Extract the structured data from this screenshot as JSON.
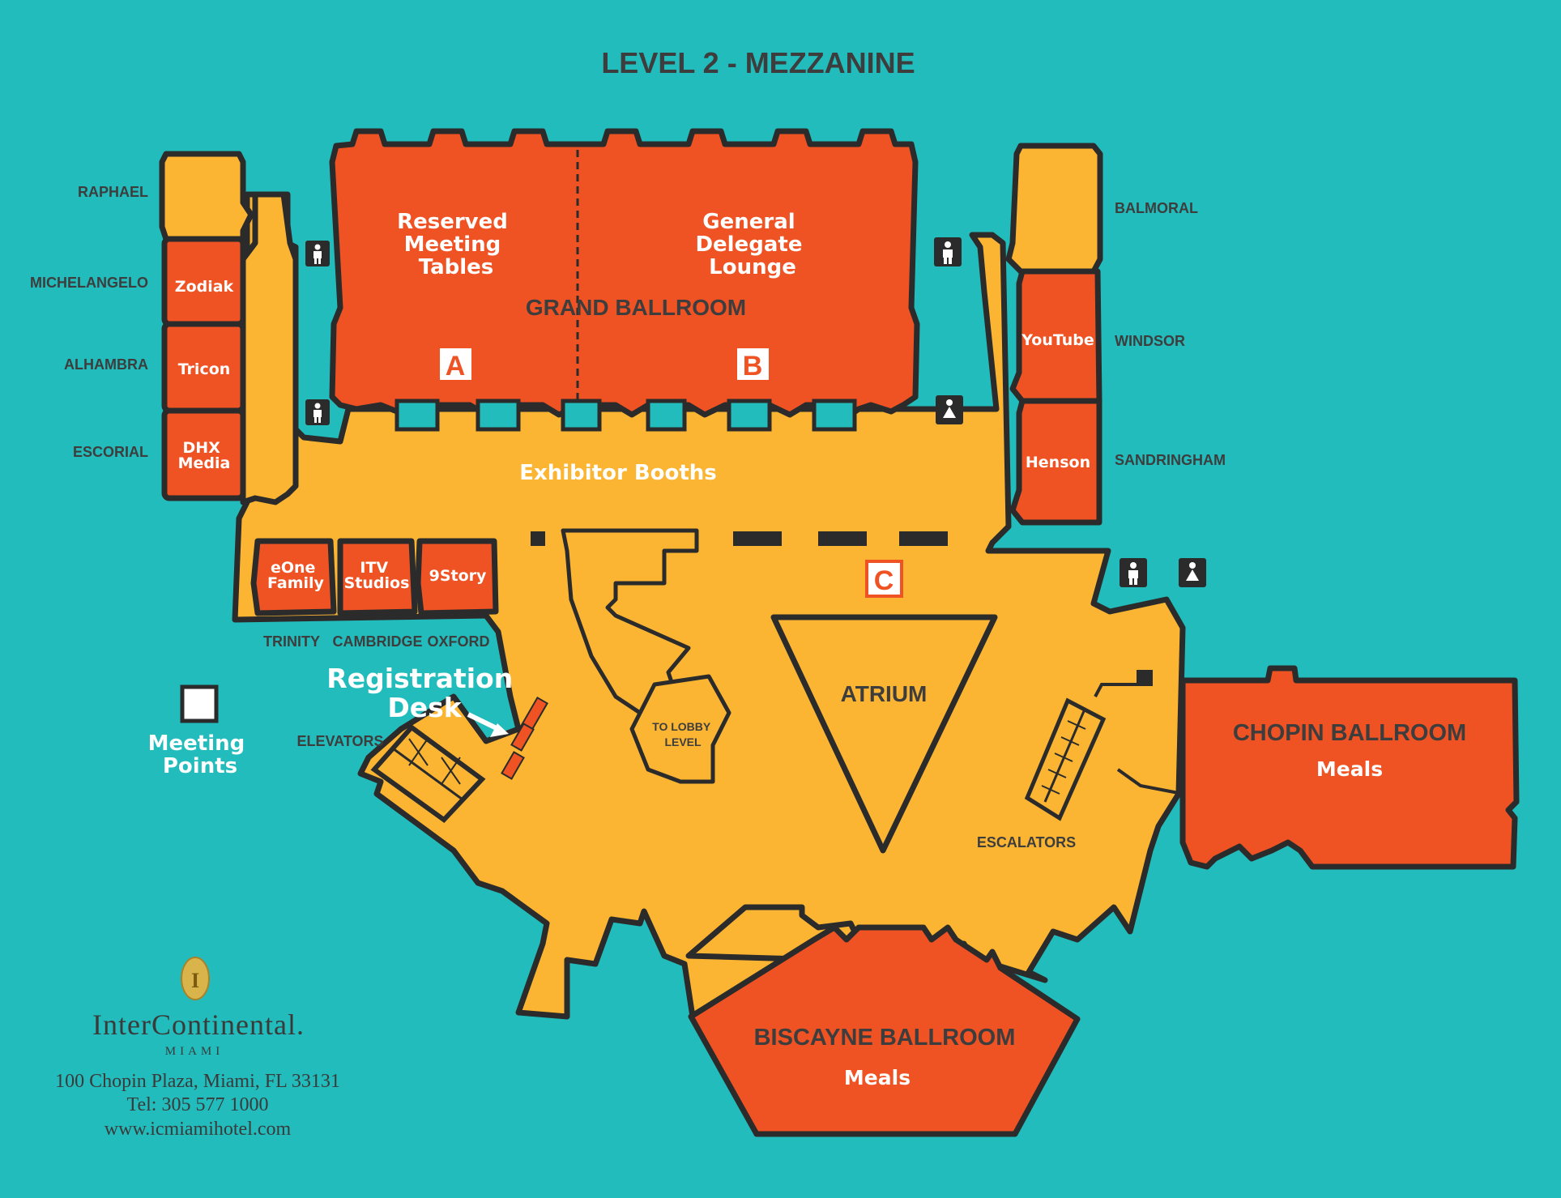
{
  "title": "LEVEL 2 - MEZZANINE",
  "grand_ballroom": {
    "name": "GRAND BALLROOM",
    "left_label": [
      "Reserved",
      "Meeting",
      "Tables"
    ],
    "right_label": [
      "General",
      "Delegate",
      "Lounge"
    ],
    "point_a": "A",
    "point_b": "B"
  },
  "left_rooms": [
    {
      "side_label": "RAPHAEL",
      "room_label": []
    },
    {
      "side_label": "MICHELANGELO",
      "room_label": [
        "Zodiak"
      ]
    },
    {
      "side_label": "ALHAMBRA",
      "room_label": [
        "Tricon"
      ]
    },
    {
      "side_label": "ESCORIAL",
      "room_label": [
        "DHX",
        "Media"
      ]
    }
  ],
  "right_rooms": [
    {
      "side_label": "BALMORAL",
      "room_label": []
    },
    {
      "side_label": "WINDSOR",
      "room_label": [
        "YouTube"
      ]
    },
    {
      "side_label": "SANDRINGHAM",
      "room_label": [
        "Henson"
      ]
    }
  ],
  "bottom_rooms": [
    {
      "side_label": "TRINITY",
      "room_label": [
        "eOne",
        "Family"
      ]
    },
    {
      "side_label": "CAMBRIDGE",
      "room_label": [
        "ITV",
        "Studios"
      ]
    },
    {
      "side_label": "OXFORD",
      "room_label": [
        "9Story"
      ]
    }
  ],
  "exhibitor_booths": "Exhibitor Booths",
  "point_c": "C",
  "atrium": "ATRIUM",
  "to_lobby": [
    "TO LOBBY",
    "LEVEL"
  ],
  "escalators": "ESCALATORS",
  "elevators": "ELEVATORS",
  "registration": [
    "Registration",
    "Desk"
  ],
  "chopin": {
    "name": "CHOPIN BALLROOM",
    "use": "Meals"
  },
  "biscayne": {
    "name": "BISCAYNE BALLROOM",
    "use": "Meals"
  },
  "legend": {
    "label": [
      "Meeting",
      "Points"
    ]
  },
  "hotel": {
    "name": "InterContinental.",
    "city": "MIAMI",
    "address": "100 Chopin Plaza, Miami, FL 33131",
    "tel": "Tel: 305 577 1000",
    "web": "www.icmiamihotel.com"
  },
  "colors": {
    "background": "#22bcbc",
    "floor": "#fbb532",
    "rooms": "#ef5223",
    "walls": "#2b2b2b"
  },
  "icons": [
    "restroom-men-icon",
    "restroom-women-icon",
    "intercontinental-logo-icon",
    "arrow-icon"
  ]
}
